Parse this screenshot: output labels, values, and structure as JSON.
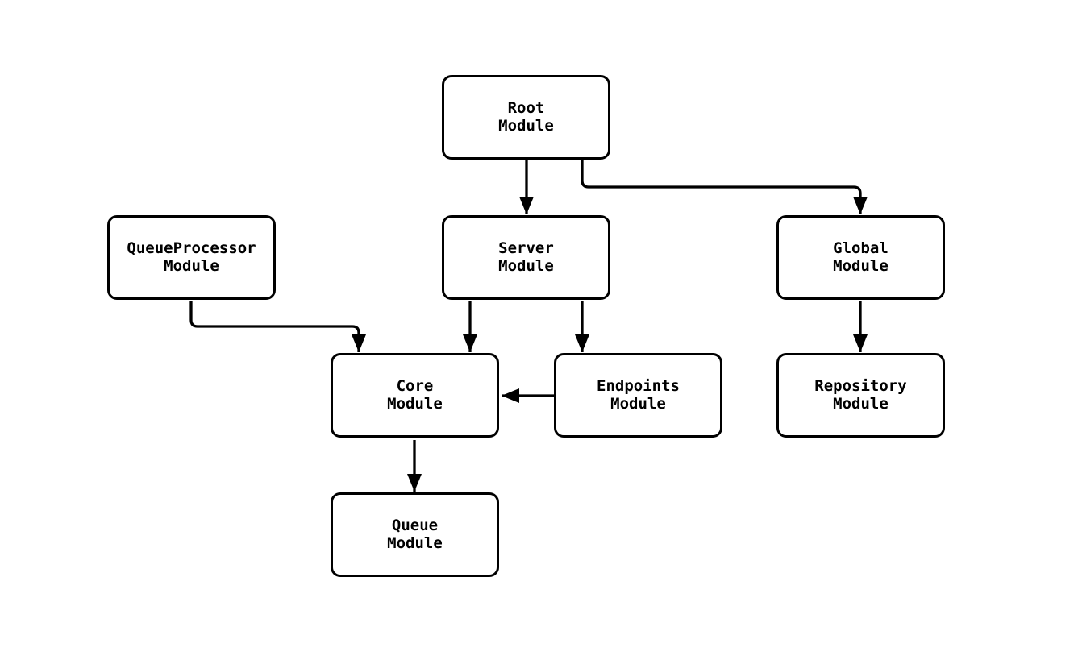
{
  "diagram": {
    "type": "module-dependency-flowchart",
    "background_color": "#ffffff",
    "node_fill_color": "#ffffff",
    "stroke_color": "#000000",
    "nodes": [
      {
        "id": "root",
        "label": "Root\nModule"
      },
      {
        "id": "queueprocessor",
        "label": "QueueProcessor\nModule"
      },
      {
        "id": "server",
        "label": "Server\nModule"
      },
      {
        "id": "global",
        "label": "Global\nModule"
      },
      {
        "id": "core",
        "label": "Core\nModule"
      },
      {
        "id": "endpoints",
        "label": "Endpoints\nModule"
      },
      {
        "id": "repository",
        "label": "Repository\nModule"
      },
      {
        "id": "queue",
        "label": "Queue\nModule"
      }
    ],
    "edges": [
      {
        "from": "Root Module",
        "to": "Server Module"
      },
      {
        "from": "Root Module",
        "to": "Global Module"
      },
      {
        "from": "QueueProcessor Module",
        "to": "Core Module"
      },
      {
        "from": "Server Module",
        "to": "Core Module"
      },
      {
        "from": "Server Module",
        "to": "Endpoints Module"
      },
      {
        "from": "Endpoints Module",
        "to": "Core Module"
      },
      {
        "from": "Global Module",
        "to": "Repository Module"
      },
      {
        "from": "Core Module",
        "to": "Queue Module"
      }
    ]
  }
}
